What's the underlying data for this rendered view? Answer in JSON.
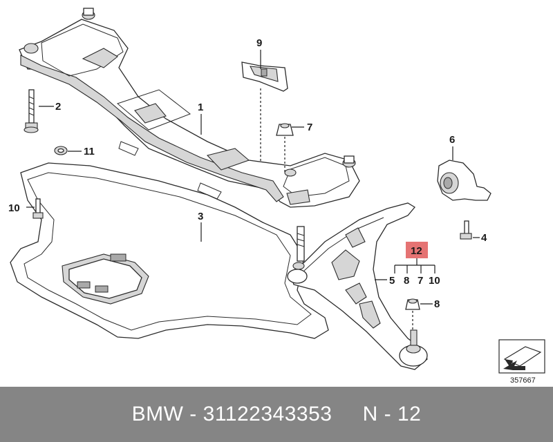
{
  "diagram": {
    "callouts": {
      "c1": "1",
      "c2": "2",
      "c3": "3",
      "c4": "4",
      "c5": "5",
      "c6": "6",
      "c7a": "7",
      "c7b": "7",
      "c8a": "8",
      "c8b": "8",
      "c9": "9",
      "c10a": "10",
      "c10b": "10",
      "c11": "11",
      "c12": "12"
    },
    "highlight_color": "#e57373",
    "reference_number": "357667"
  },
  "footer": {
    "brand": "BMW",
    "separator": " - ",
    "part_number": "31122343353",
    "gap": "     ",
    "position_label": "N - 12"
  }
}
